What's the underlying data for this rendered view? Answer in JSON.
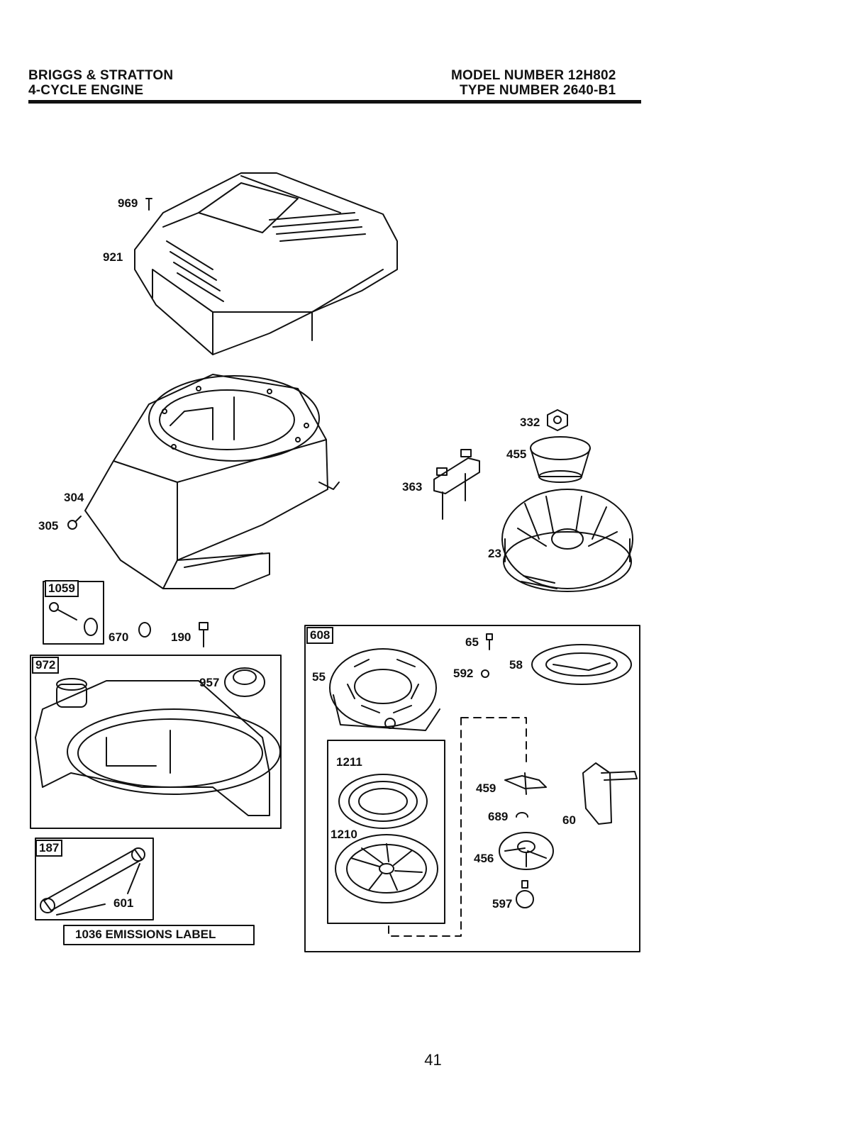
{
  "header": {
    "left_line1": "BRIGGS & STRATTON",
    "left_line2": "4-CYCLE ENGINE",
    "right_line1": "MODEL NUMBER 12H802",
    "right_line2": "TYPE NUMBER 2640-B1"
  },
  "callouts": {
    "p969": "969",
    "p921": "921",
    "p304": "304",
    "p305": "305",
    "p332": "332",
    "p455": "455",
    "p363": "363",
    "p23": "23",
    "p670": "670",
    "p190": "190",
    "p957": "957",
    "p601": "601",
    "p65": "65",
    "p592": "592",
    "p58": "58",
    "p55": "55",
    "p1211": "1211",
    "p1210": "1210",
    "p459": "459",
    "p689": "689",
    "p60": "60",
    "p456": "456",
    "p597": "597"
  },
  "kits": {
    "k1059": "1059",
    "k972": "972",
    "k187": "187",
    "k608": "608",
    "emissions": "1036 EMISSIONS LABEL"
  },
  "page_number": "41"
}
